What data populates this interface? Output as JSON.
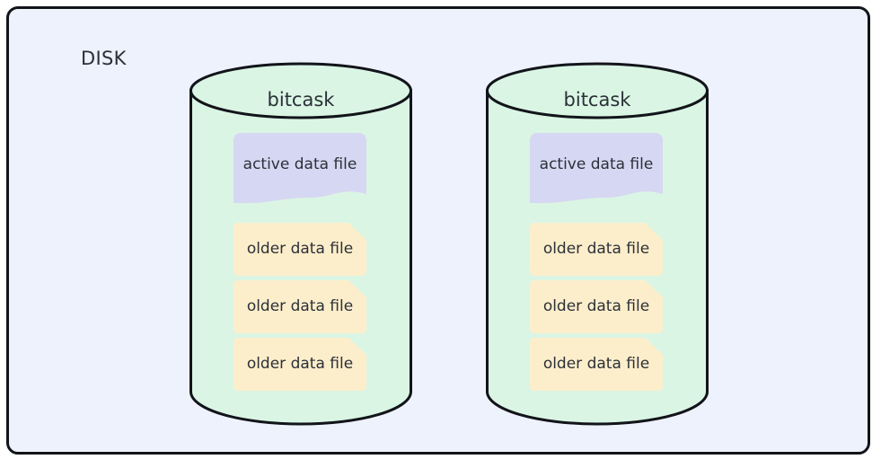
{
  "diagram": {
    "title": "DISK",
    "frame": {
      "fill": "#eef2fc",
      "stroke": "#12141a"
    },
    "colors": {
      "cylinder_fill": "#daf5e4",
      "cylinder_stroke": "#12141a",
      "active_file_fill": "#d6d7f2",
      "older_file_fill": "#fdeecb",
      "text": "#2b3038"
    },
    "cylinders": [
      {
        "label": "bitcask",
        "active_file": {
          "label": "active data file"
        },
        "older_files": [
          {
            "label": "older data file"
          },
          {
            "label": "older data file"
          },
          {
            "label": "older data file"
          }
        ]
      },
      {
        "label": "bitcask",
        "active_file": {
          "label": "active data file"
        },
        "older_files": [
          {
            "label": "older data file"
          },
          {
            "label": "older data file"
          },
          {
            "label": "older data file"
          }
        ]
      }
    ]
  }
}
